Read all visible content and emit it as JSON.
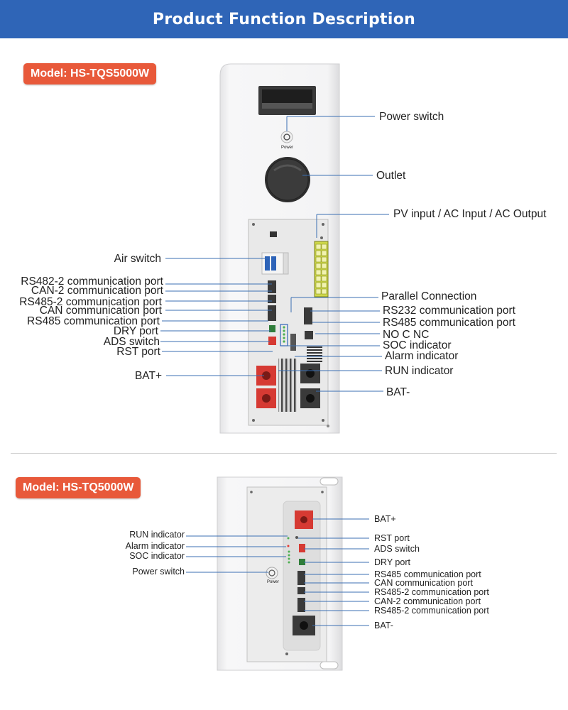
{
  "header": {
    "title": "Product Function Description"
  },
  "models": {
    "top": {
      "label": "Model: HS-TQS5000W"
    },
    "bottom": {
      "label": "Model: HS-TQ5000W"
    }
  },
  "top_device": {
    "power_text": "Power",
    "labels": {
      "power_switch": "Power switch",
      "outlet": "Outlet",
      "pv_input": "PV input / AC Input / AC Output",
      "air_switch": "Air switch",
      "rs482_2": "RS482-2 communication port",
      "can_2": "CAN-2 communication port",
      "rs485_2": "RS485-2 communication port",
      "can": "CAN communication port",
      "rs485_left": "RS485 communication port",
      "dry_port": "DRY port",
      "ads_switch": "ADS switch",
      "rst_port": "RST port",
      "bat_plus": "BAT+",
      "parallel": "Parallel Connection",
      "rs232": "RS232 communication port",
      "rs485_right": "RS485 communication port",
      "no_c_nc": "NO C NC",
      "soc_indicator": "SOC indicator",
      "alarm_indicator": "Alarm indicator",
      "run_indicator": "RUN indicator",
      "bat_minus": "BAT-"
    }
  },
  "bottom_device": {
    "power_text": "Power",
    "labels": {
      "run_indicator": "RUN indicator",
      "alarm_indicator": "Alarm indicator",
      "soc_indicator": "SOC indicator",
      "power_switch": "Power switch",
      "bat_plus": "BAT+",
      "rst_port": "RST port",
      "ads_switch": "ADS switch",
      "dry_port": "DRY port",
      "rs485": "RS485 communication port",
      "can": "CAN communication port",
      "rs485_2a": "RS485-2 communication port",
      "can_2": "CAN-2 communication port",
      "rs485_2b": "RS485-2 communication port",
      "bat_minus": "BAT-"
    }
  },
  "colors": {
    "header_bg": "#2f65b7",
    "badge_bg": "#e8593a",
    "bat_plus": "#d63a33",
    "bat_minus": "#3a3a3a",
    "leader": "#3b6fb3"
  }
}
